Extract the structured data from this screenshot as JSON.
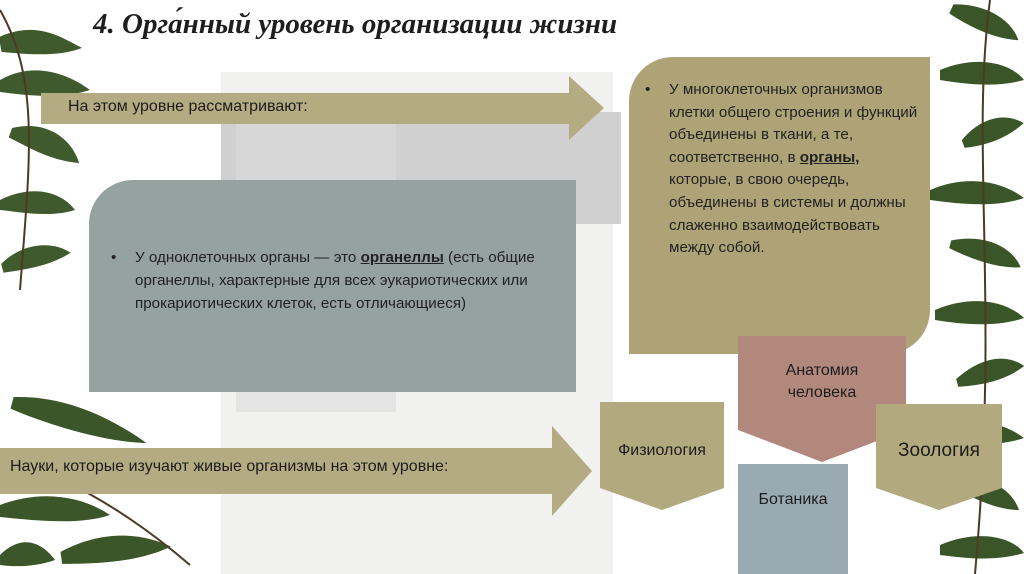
{
  "slide": {
    "title": "4. Орга́нный  уровень организации жизни",
    "arrow_top": {
      "text": "На этом уровне рассматривают:"
    },
    "arrow_bottom": {
      "text": "Науки, которые изучают живые организмы на этом уровне:"
    },
    "grey_box": {
      "part1": "У одноклеточных органы —  это ",
      "highlight": "органеллы",
      "part2": " (есть общие органеллы, характерные для всех эукариотических или прокариотических  клеток, есть отличающиеся)"
    },
    "olive_box": {
      "part1": "У многоклеточных организмов клетки общего строения и функций объединены в ткани, а те, соответственно, в ",
      "highlight": "органы,",
      "part2": " которые, в свою очередь, объединены в системы и должны слаженно взаимодействовать между собой."
    },
    "sciences": {
      "physiology": "Физиология",
      "anatomy": "Анатомия человека",
      "zoology": "Зоология",
      "botany": "Ботаника"
    },
    "colors": {
      "arrow_olive": "#b5ab82",
      "box_grey": "#95a2a0",
      "box_olive": "#aea377",
      "anatomy_brown": "#b2887c",
      "botany_blue": "#9aaab3"
    }
  }
}
